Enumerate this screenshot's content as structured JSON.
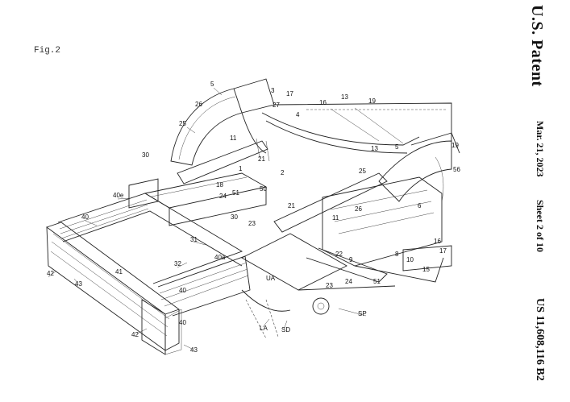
{
  "figure": {
    "label": "Fig.2"
  },
  "header": {
    "publication": "U.S. Patent",
    "date": "Mar. 21, 2023",
    "sheet": "Sheet 2 of 10",
    "patent_number": "US 11,608,116 B2"
  },
  "references": {
    "r3": "3",
    "r5a": "5",
    "r5b": "5",
    "r4": "4",
    "r17a": "17",
    "r16a": "16",
    "r13a": "13",
    "r19a": "19",
    "r19b": "19",
    "r13b": "13",
    "r26": "26",
    "r27": "27",
    "r25a": "25",
    "r25b": "25",
    "r11a": "11",
    "r11b": "11",
    "r30a": "30",
    "r30b": "30",
    "r21a": "21",
    "r21b": "21",
    "r1": "1",
    "r2": "2",
    "r56": "56",
    "r18": "18",
    "r40e": "40e",
    "r24a": "24",
    "r24b": "24",
    "r51a": "51",
    "r51b": "51",
    "r50": "50",
    "r26b": "26",
    "r6": "6",
    "r40a": "40",
    "r40b": "40",
    "r40c": "40",
    "r23a": "23",
    "r23b": "23",
    "r31": "31",
    "r16b": "16",
    "r17b": "17",
    "r32": "32",
    "r40a2": "40a",
    "r22": "22",
    "r9": "9",
    "r8": "8",
    "r10": "10",
    "r15": "15",
    "r41": "41",
    "r42a": "42",
    "r42b": "42",
    "r43a": "43",
    "r43b": "43",
    "rUA": "UA",
    "rLA": "LA",
    "rSD": "SD",
    "rSP": "SP"
  }
}
